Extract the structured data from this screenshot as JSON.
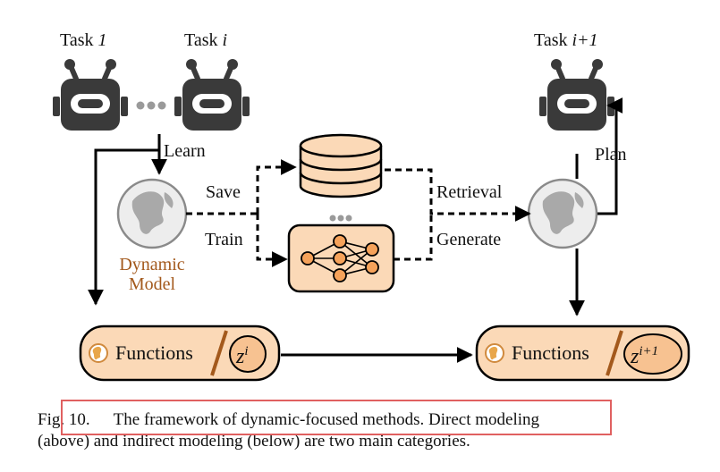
{
  "tasks": {
    "task_1": {
      "prefix": "Task ",
      "index": "1"
    },
    "task_i": {
      "prefix": "Task ",
      "index": "i"
    },
    "task_i_plus_1": {
      "prefix": "Task ",
      "index": "i+1"
    }
  },
  "edges": {
    "learn": "Learn",
    "save": "Save",
    "train": "Train",
    "retrieval": "Retrieval",
    "generate": "Generate",
    "plan": "Plan"
  },
  "model": {
    "line1": "Dynamic",
    "line2": "Model"
  },
  "functions": {
    "left_label": "Functions",
    "right_label": "Functions",
    "left_z": "z",
    "left_sup": "i",
    "right_z": "z",
    "right_sup": "i+1"
  },
  "caption": {
    "fig": "Fig. 10.",
    "line1": "The framework of dynamic-focused methods. Direct modeling",
    "line2": "(above) and indirect modeling (below) are two main categories."
  },
  "colors": {
    "accent_fill": "#fbd9b7",
    "model_text": "#a3591c",
    "highlight_box": "#e06060",
    "robot": "#3a3a3a",
    "globe_fill": "#ededed",
    "globe_shape": "#a9a9a9"
  }
}
